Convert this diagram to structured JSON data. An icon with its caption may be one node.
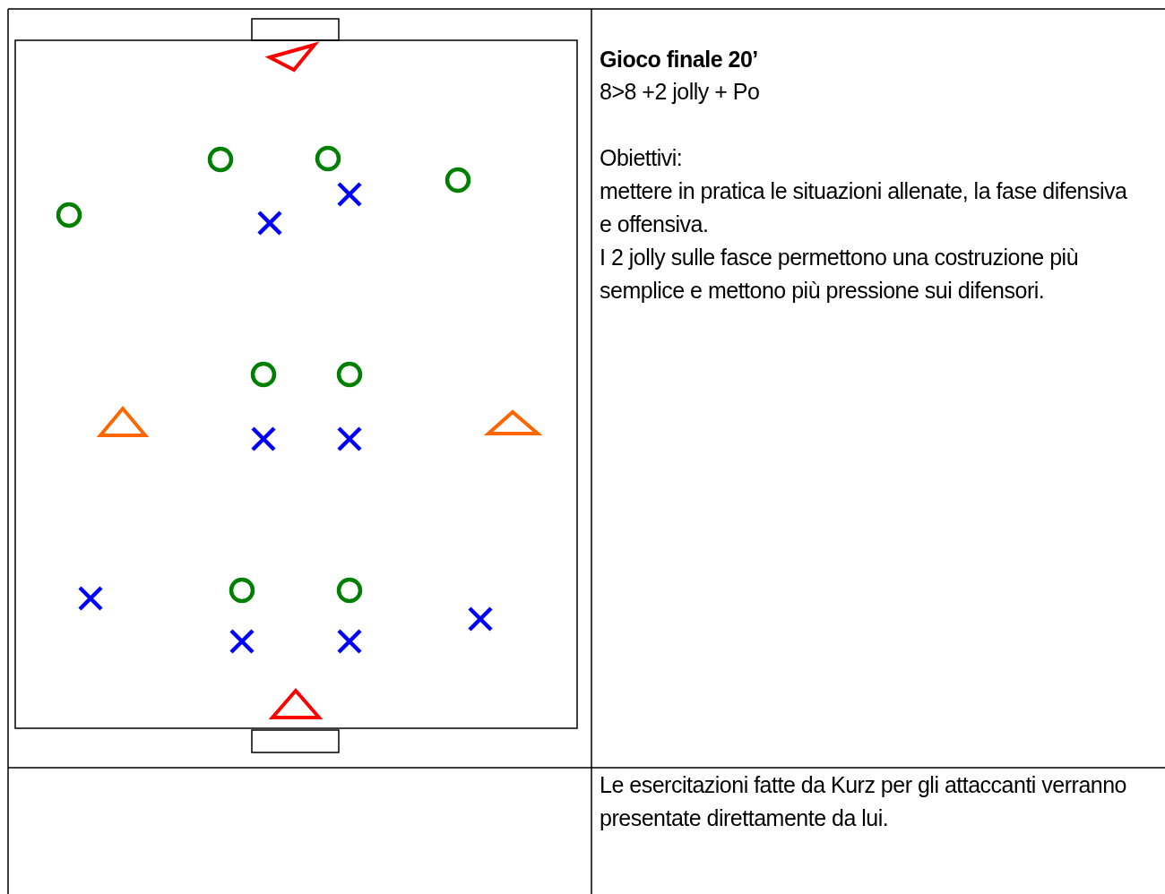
{
  "diagram": {
    "labels": [
      "Gioco finale 20’",
      "8>8 +2 jolly + Po",
      "Obiettivi:",
      "mettere in pratica le situazioni allenate, la fase difensiva e offensiva.",
      "I 2 jolly sulle fasce permettono una costruzione più semplice e mettono più pressione sui difensori.",
      "Le esercitazioni fatte da Kurz per gli attaccanti verranno presentate direttamente da lui."
    ]
  }
}
